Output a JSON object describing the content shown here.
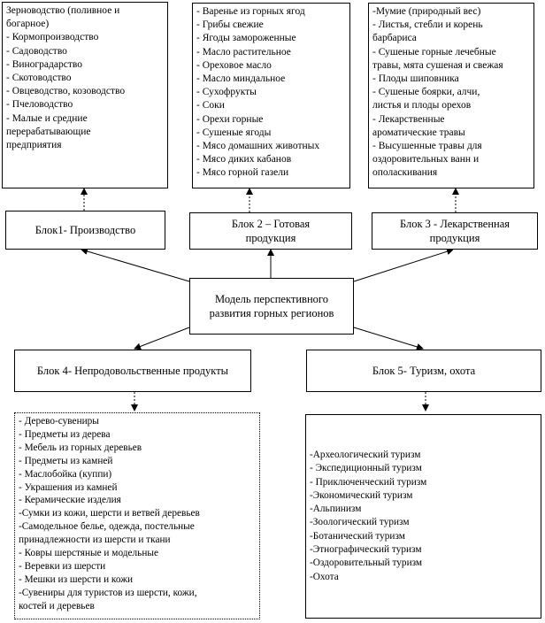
{
  "blocks": {
    "block1": {
      "title": "Блок1- Производство"
    },
    "block2": {
      "title": "Блок 2 – Готовая продукция"
    },
    "block3": {
      "title": "Блок 3 - Лекарственная продукция"
    },
    "center": {
      "title": "Модель перспективного развития горных регионов"
    },
    "block4": {
      "title": "Блок 4- Непродовольственные продукты"
    },
    "block5": {
      "title": "Блок 5- Туризм, охота"
    }
  },
  "lists": {
    "block1": [
      "Зерноводство (поливное и",
      "богарное)",
      "- Кормопроизводство",
      "- Садоводство",
      "- Виноградарство",
      "- Скотоводство",
      "- Овцеводство, козоводство",
      "- Пчеловодство",
      "- Малые и средние",
      "перерабатывающие",
      "предприятия"
    ],
    "block2": [
      "- Варенье из горных ягод",
      "- Грибы свежие",
      "- Ягоды замороженные",
      "- Масло растительное",
      "- Ореховое масло",
      "- Масло миндальное",
      "- Сухофрукты",
      "- Соки",
      "- Орехи горные",
      "- Сушеные ягоды",
      "- Мясо домашних животных",
      "- Мясо диких кабанов",
      "- Мясо горной газели"
    ],
    "block3": [
      "-Мумие (природный вес)",
      "- Листья, стебли и корень",
      "барбариса",
      "- Сушеные горные лечебные",
      "травы, мята сушеная и свежая",
      "- Плоды шиповника",
      "- Сушеные боярки, алчи,",
      "листья и плоды орехов",
      "- Лекарственные",
      "ароматические травы",
      "- Высушенные травы для",
      "оздоровительных ванн и",
      "ополаскивания"
    ],
    "block4": [
      "- Дерево-сувениры",
      "- Предметы из дерева",
      "- Мебель из горных деревьев",
      "- Предметы из камней",
      "- Маслобойка (куппи)",
      "- Украшения из камней",
      "- Керамические изделия",
      "-Сумки из кожи, шерсти и ветвей деревьев",
      "-Самодельное белье, одежда, постельные",
      "принадлежности из шерсти и ткани",
      "- Ковры шерстяные и модельные",
      "- Веревки из шерсти",
      "- Мешки из шерсти и кожи",
      "-Сувениры для туристов из шерсти, кожи,",
      "костей и деревьев"
    ],
    "block5": [
      "-Археологический туризм",
      "- Экспедиционный туризм",
      "- Приключенческий туризм",
      "-Экономический туризм",
      "-Альпинизм",
      "-Зоологический туризм",
      "-Ботанический туризм",
      "-Этнографический туризм",
      "-Оздоровительный туризм",
      "-Охота"
    ]
  }
}
